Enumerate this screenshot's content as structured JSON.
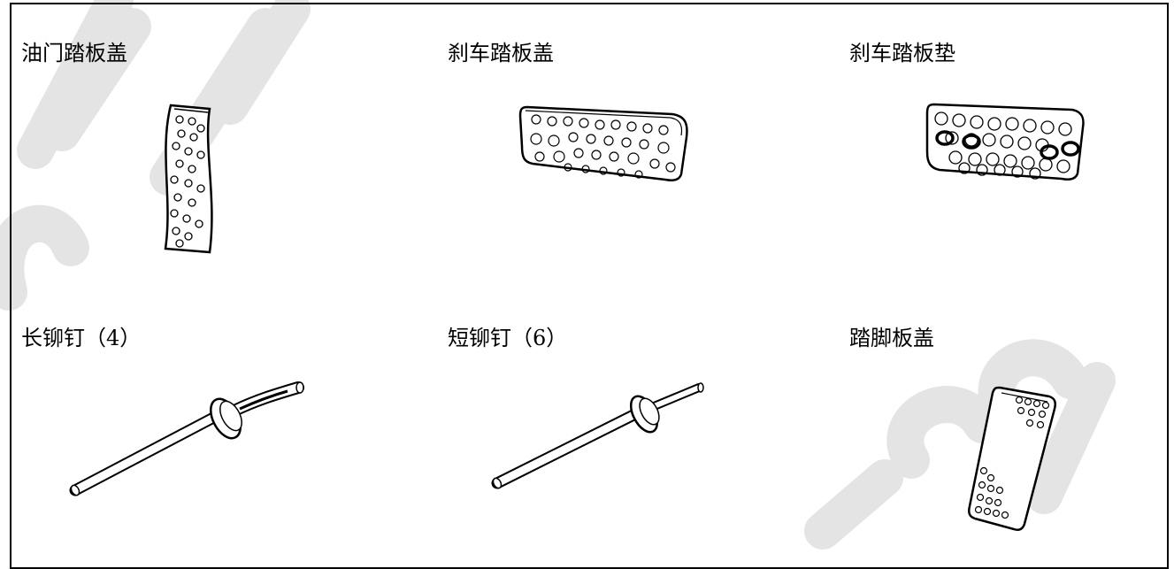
{
  "parts": [
    {
      "label": "油门踏板盖",
      "icon": "accelerator-pedal-cover"
    },
    {
      "label": "刹车踏板盖",
      "icon": "brake-pedal-cover"
    },
    {
      "label": "刹车踏板垫",
      "icon": "brake-pedal-pad"
    },
    {
      "label": "长铆钉（4）",
      "icon": "long-rivet"
    },
    {
      "label": "短铆钉（6）",
      "icon": "short-rivet"
    },
    {
      "label": "踏脚板盖",
      "icon": "footrest-cover"
    }
  ],
  "watermark": {
    "color": "#e6e6e6"
  }
}
